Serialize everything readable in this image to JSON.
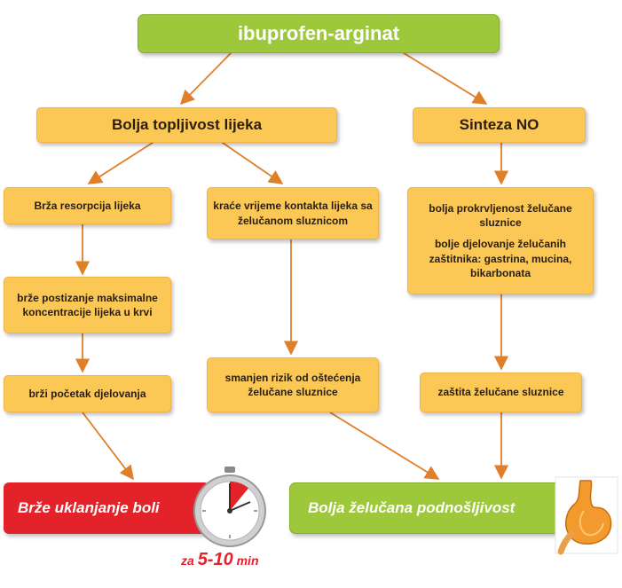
{
  "title": "ibuprofen-arginat",
  "branch_left": {
    "title": "Bolja topljivost lijeka"
  },
  "branch_right": {
    "title": "Sinteza NO"
  },
  "left_chain": [
    "Brža resorpcija lijeka",
    "brže postizanje maksimalne koncentracije lijeka u krvi",
    "brži početak djelovanja"
  ],
  "middle_chain": [
    "kraće vrijeme kontakta lijeka sa želučanom sluznicom",
    "smanjen rizik od oštećenja želučane sluznice"
  ],
  "right_chain": {
    "box1_line1": "bolja prokrvljenost želučane sluznice",
    "box1_line2": "bolje djelovanje želučanih zaštitnika: gastrina, mucina, bikarbonata",
    "box2": "zaštita želučane sluznice"
  },
  "outcome_left": {
    "label": "Brže uklanjanje boli",
    "timer_prefix": "za",
    "timer_value": "5-10",
    "timer_unit": "min"
  },
  "outcome_right": {
    "label": "Bolja želučana podnošljivost"
  },
  "colors": {
    "node_fill": "#fbc755",
    "green": "#9ec83c",
    "red": "#e3222a",
    "arrow": "#e07f2a"
  },
  "icons": [
    "stopwatch-icon",
    "stomach-icon"
  ]
}
